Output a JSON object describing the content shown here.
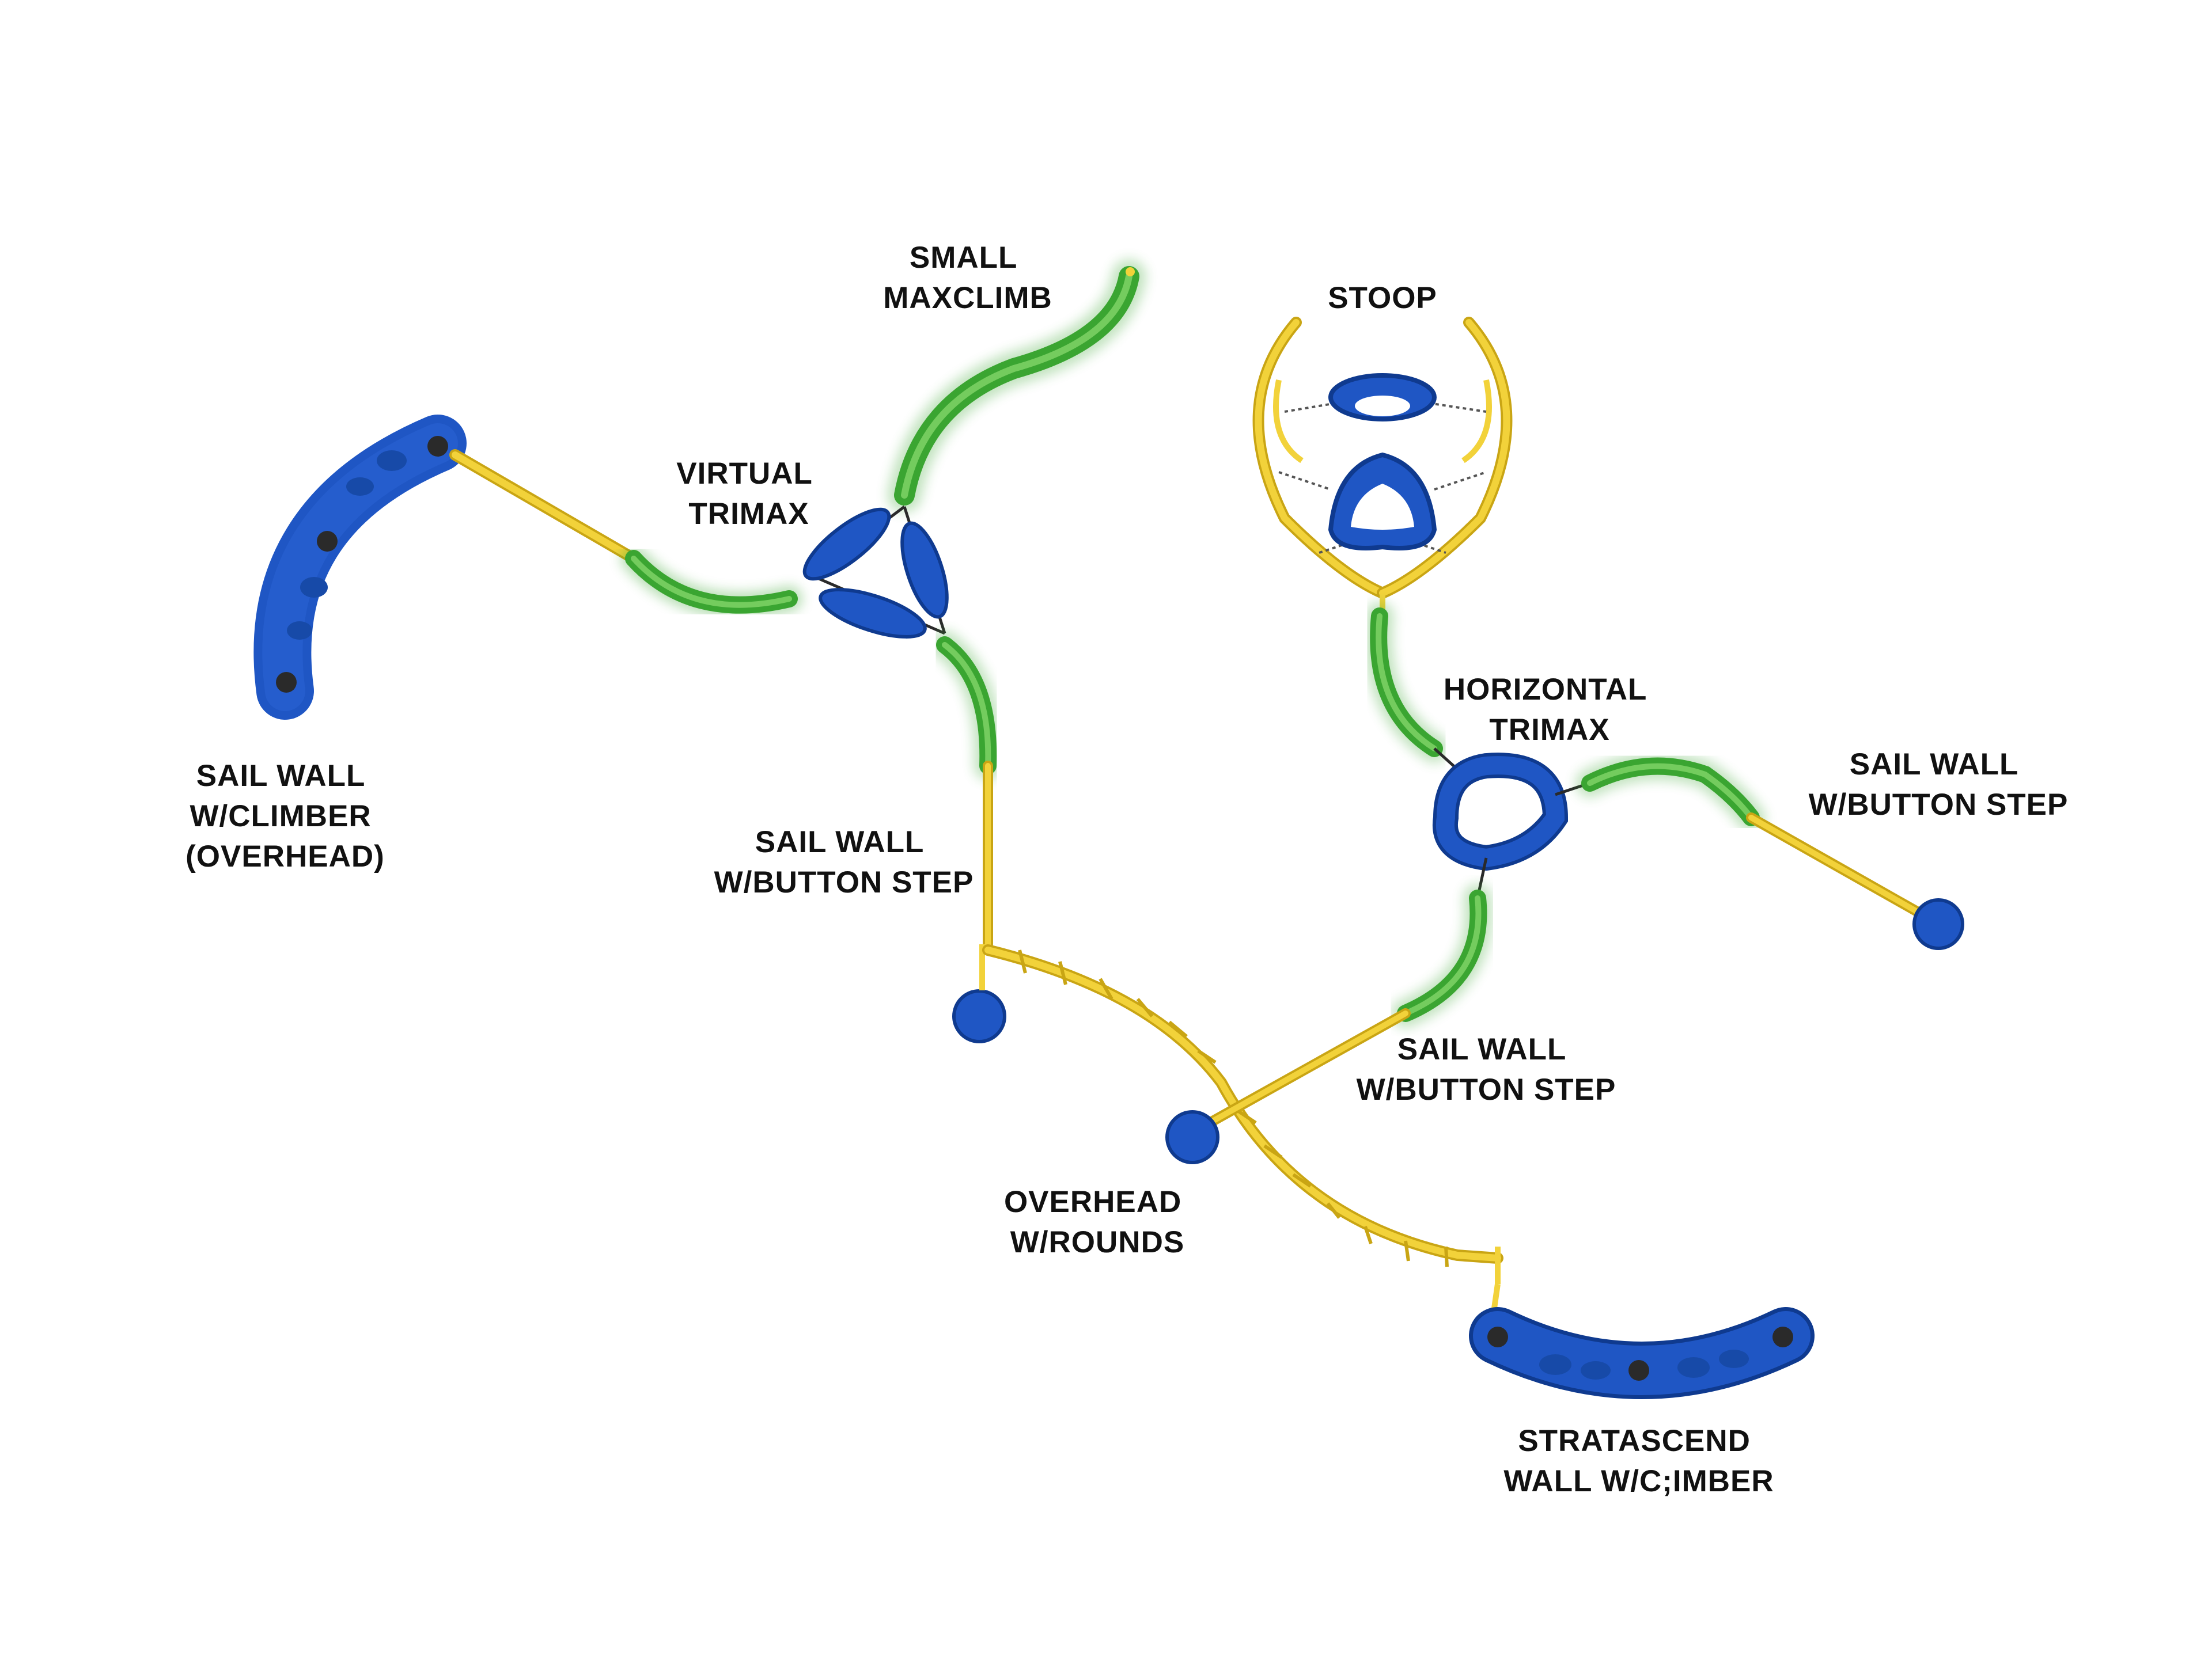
{
  "labels": {
    "small_maxclimb": [
      "SMALL",
      "MAXCLIMB"
    ],
    "stoop": [
      "STOOP"
    ],
    "virtual_trimax": [
      "VIRTUAL",
      "TRIMAX"
    ],
    "sail_wall_climber_overhead": [
      "SAIL WALL",
      "W/CLIMBER",
      "(OVERHEAD)"
    ],
    "horizontal_trimax": [
      "HORIZONTAL",
      "TRIMAX"
    ],
    "sail_wall_button_step_center": [
      "SAIL WALL",
      "W/BUTTON STEP"
    ],
    "sail_wall_button_step_right": [
      "SAIL WALL",
      "W/BUTTON STEP"
    ],
    "sail_wall_button_step_lower": [
      "SAIL WALL",
      "W/BUTTON STEP"
    ],
    "overhead_rounds": [
      "OVERHEAD",
      "W/ROUNDS"
    ],
    "stratascend_wall": [
      "STRATASCEND",
      "WALL W/C;IMBER"
    ]
  },
  "colors": {
    "blue": "#1f56c4",
    "blue_dark": "#0f3a8f",
    "green": "#3aa531",
    "green_dark": "#1f7a1a",
    "yellow": "#f2d23a",
    "yellow_dark": "#c9a514",
    "bolt": "#2a2a2a",
    "label": "#111111"
  },
  "icons": {
    "post_cap": "blue-disc-icon",
    "climber_hold": "rock-hold-icon",
    "bolt": "bolt-icon"
  }
}
